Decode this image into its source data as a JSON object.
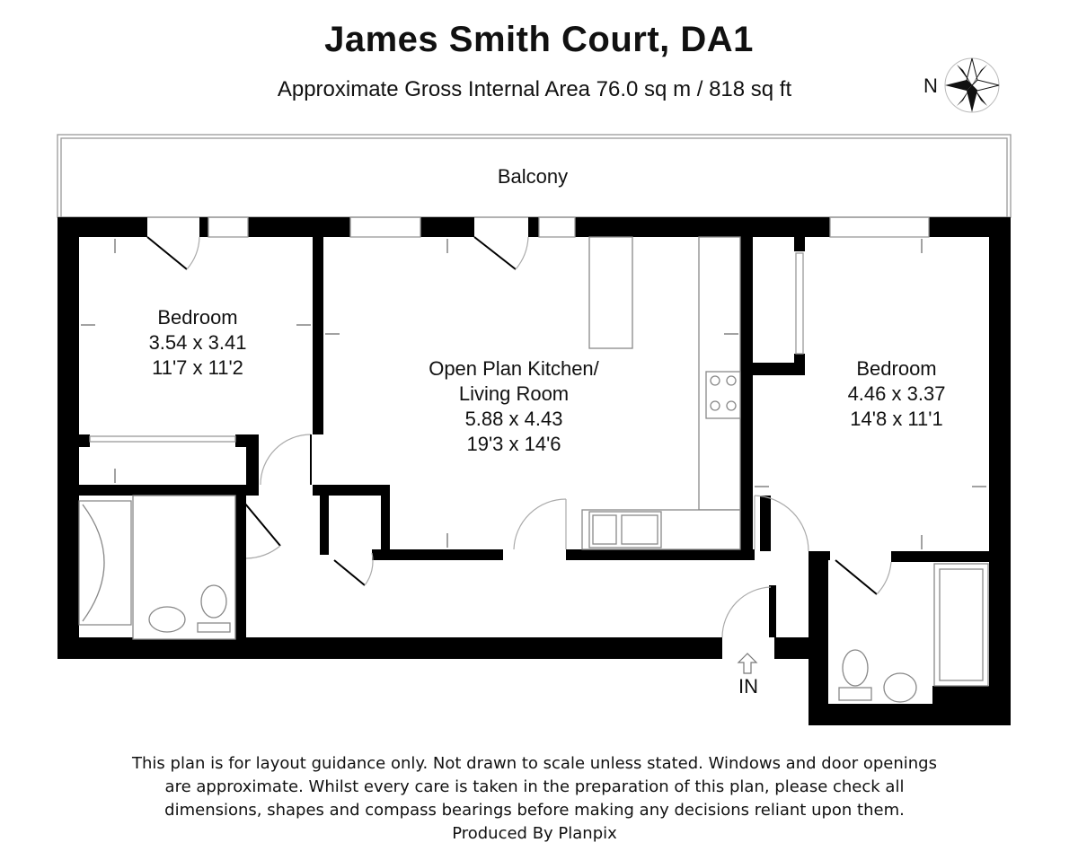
{
  "header": {
    "title": "James Smith Court, DA1",
    "subtitle": "Approximate Gross Internal Area 76.0 sq m / 818 sq ft"
  },
  "compass": {
    "label": "N"
  },
  "rooms": {
    "balcony": {
      "name": "Balcony"
    },
    "bedroom_left": {
      "name": "Bedroom",
      "metric": "3.54 x 3.41",
      "imperial": "11'7 x 11'2"
    },
    "living": {
      "name_line1": "Open Plan Kitchen/",
      "name_line2": "Living Room",
      "metric": "5.88 x 4.43",
      "imperial": "19'3 x 14'6"
    },
    "bedroom_right": {
      "name": "Bedroom",
      "metric": "4.46 x 3.37",
      "imperial": "14'8 x 11'1"
    }
  },
  "entrance": {
    "label": "IN"
  },
  "disclaimer": {
    "lines": [
      "This plan is for layout guidance only. Not drawn to scale unless stated. Windows and door openings",
      "are approximate. Whilst every care is taken in the preparation of this plan, please check all",
      "dimensions, shapes and compass bearings before making any decisions reliant upon them."
    ],
    "credit": "Produced By Planpix"
  }
}
